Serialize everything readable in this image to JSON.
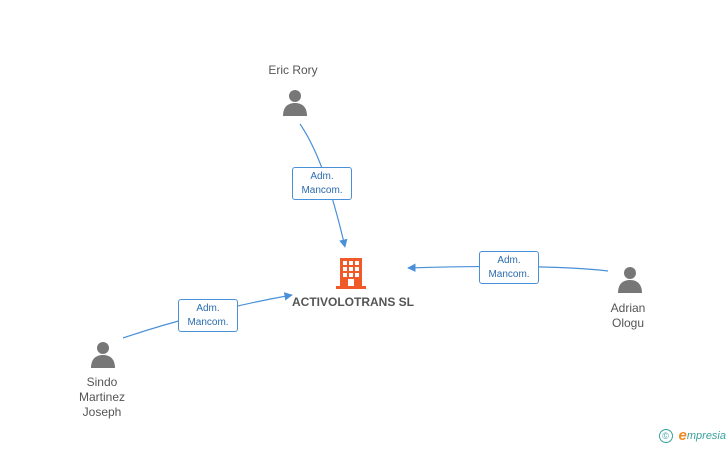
{
  "company": {
    "name": "ACTIVOLOTRANS SL",
    "icon": "building-icon",
    "color": "#f05a28"
  },
  "people": [
    {
      "id": "eric",
      "name_lines": [
        "Eric Rory"
      ],
      "icon": "person-icon"
    },
    {
      "id": "adrian",
      "name_lines": [
        "Adrian",
        "Ologu"
      ],
      "icon": "person-icon"
    },
    {
      "id": "sindo",
      "name_lines": [
        "Sindo",
        "Martinez",
        "Joseph"
      ],
      "icon": "person-icon"
    }
  ],
  "relations": [
    {
      "from": "eric",
      "line1": "Adm.",
      "line2": "Mancom."
    },
    {
      "from": "adrian",
      "line1": "Adm.",
      "line2": "Mancom."
    },
    {
      "from": "sindo",
      "line1": "Adm.",
      "line2": "Mancom."
    }
  ],
  "brand": {
    "copyright": "©",
    "e": "e",
    "name": "mpresia"
  },
  "colors": {
    "edge": "#4a90d9",
    "person": "#777777",
    "text": "#555555"
  }
}
